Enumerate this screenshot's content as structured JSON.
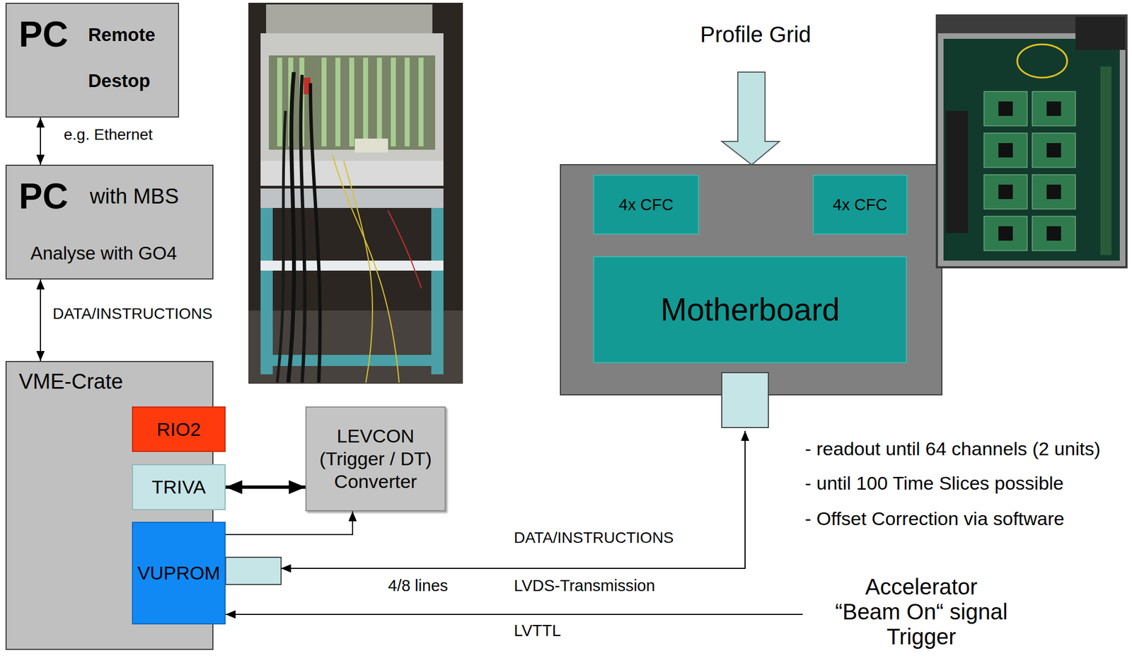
{
  "diagram": {
    "nodes": [
      {
        "text": [
          "PC",
          "Remote Destop"
        ]
      },
      {
        "text": [
          "PC",
          "with MBS",
          "Analyse with GO4"
        ]
      },
      {
        "text": [
          "VME-Crate"
        ]
      },
      {
        "text": [
          "RIO2"
        ],
        "in": 2
      },
      {
        "text": [
          "TRIVA"
        ],
        "in": 2
      },
      {
        "text": [
          "VUPROM"
        ],
        "in": 2
      },
      {
        "text": [
          "LEVCON (Trigger / DT) Converter"
        ]
      },
      {
        "text": [
          "4x CFC"
        ]
      },
      {
        "text": [
          "4x CFC"
        ]
      },
      {
        "text": [
          "Motherboard"
        ]
      }
    ],
    "edges": [
      {
        "from": 0,
        "to": 1,
        "arrow": "both",
        "label": "e.g. Ethernet"
      },
      {
        "from": 1,
        "to": 2,
        "arrow": "both",
        "label": "DATA/INSTRUCTIONS"
      },
      {
        "from": 4,
        "to": 6,
        "arrow": "both"
      },
      {
        "from": 5,
        "to": 6,
        "arrow": "to"
      }
    ],
    "labels": [
      "Profile Grid",
      "- readout until 64 channels (2 units)",
      "- until 100 Time Slices possible",
      "- Offset Correction via software",
      "DATA/INSTRUCTIONS",
      "4/8 lines",
      "LVDS-Transmission",
      "LVTTL",
      "Accelerator “Beam On“ signal Trigger"
    ]
  }
}
